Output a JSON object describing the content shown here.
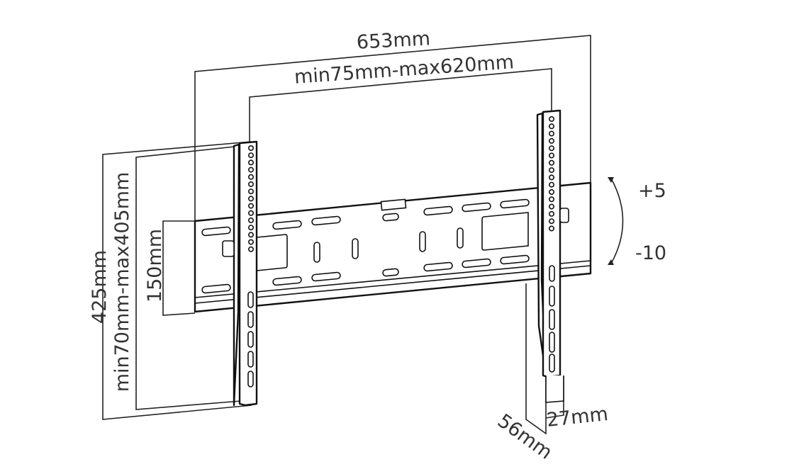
{
  "title": "Tilting TV wall mount dimensions",
  "dimensions": {
    "overall_width": "653mm",
    "vesa_horizontal": "min75mm-max620mm",
    "overall_height": "425mm",
    "vesa_vertical": "min70mm-max405mm",
    "plate_height": "150mm",
    "tilt_up": "+5",
    "tilt_down": "-10",
    "min_depth": "27mm",
    "max_depth": "56mm"
  }
}
